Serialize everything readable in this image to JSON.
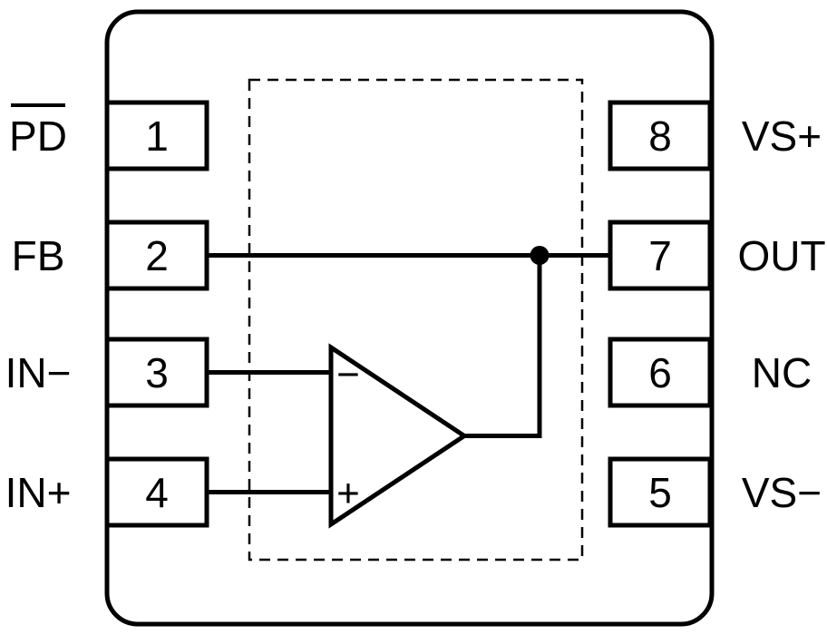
{
  "figure": {
    "description": "8-pin IC package pinout diagram with internal amplifier",
    "background_color": "#ffffff",
    "line_color": "#000000"
  },
  "pins": {
    "left": [
      {
        "number": "1",
        "label": "PD",
        "overline": true
      },
      {
        "number": "2",
        "label": "FB",
        "overline": false
      },
      {
        "number": "3",
        "label": "IN−",
        "overline": false
      },
      {
        "number": "4",
        "label": "IN+",
        "overline": false
      }
    ],
    "right": [
      {
        "number": "8",
        "label": "VS+",
        "overline": false
      },
      {
        "number": "7",
        "label": "OUT",
        "overline": false
      },
      {
        "number": "6",
        "label": "NC",
        "overline": false
      },
      {
        "number": "5",
        "label": "VS−",
        "overline": false
      }
    ]
  },
  "opamp": {
    "inverting_sign": "−",
    "noninverting_sign": "+"
  }
}
